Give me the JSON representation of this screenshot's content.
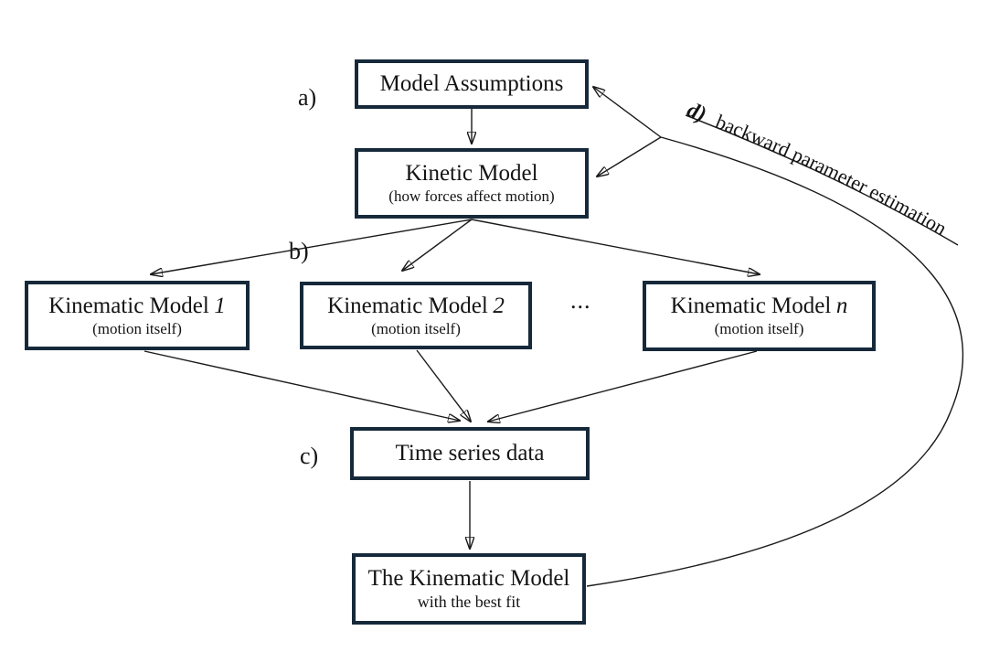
{
  "figure": {
    "section_labels": {
      "a": "a)",
      "b": "b)",
      "c": "c)",
      "ellipsis": "..."
    },
    "backward_loop": {
      "prefix": "d)",
      "label": "backward parameter estimation"
    },
    "boxes": {
      "model_assumptions": {
        "title": "Model Assumptions"
      },
      "kinetic_model": {
        "title": "Kinetic Model",
        "subtitle": "(how forces affect motion)"
      },
      "kinematic_model_1": {
        "title": "Kinematic Model",
        "variant": "1",
        "subtitle": "(motion itself)"
      },
      "kinematic_model_2": {
        "title": "Kinematic Model",
        "variant": "2",
        "subtitle": "(motion itself)"
      },
      "kinematic_model_n": {
        "title": "Kinematic Model",
        "variant": "n",
        "subtitle": "(motion itself)"
      },
      "time_series": {
        "title": "Time series data"
      },
      "best_fit": {
        "title": "The Kinematic Model",
        "subtitle": "with the best fit"
      }
    },
    "colors": {
      "box_border": "#16293a",
      "line": "#1a1a1a",
      "text": "#141414",
      "background": "#ffffff"
    }
  }
}
